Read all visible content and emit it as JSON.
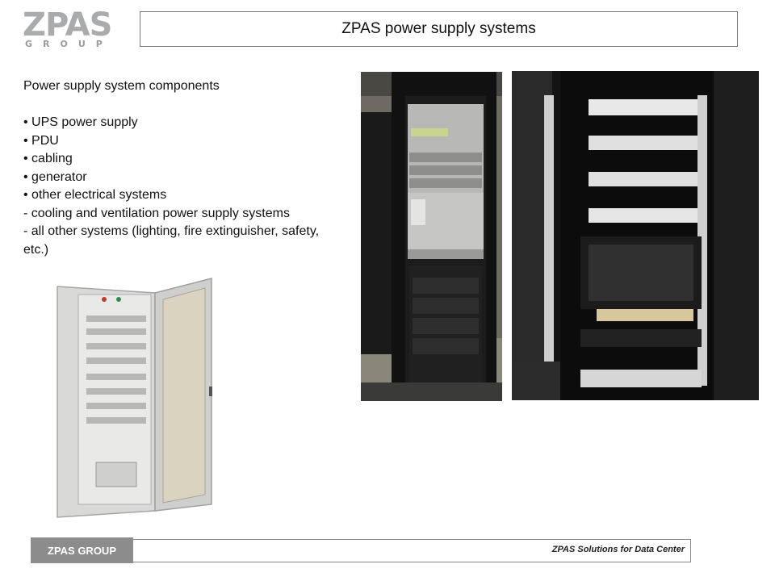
{
  "logo": {
    "word": "ZPAS",
    "sub": "GROUP"
  },
  "title": "ZPAS power supply systems",
  "content": {
    "heading": "Power supply system components",
    "items": [
      "• UPS power supply",
      "• PDU",
      "• cabling",
      "• generator",
      "• other electrical systems",
      "- cooling and ventilation power supply systems",
      " -  all other systems (lighting, fire extinguisher, safety, etc.)"
    ]
  },
  "footer": {
    "label": "ZPAS GROUP",
    "note": "ZPAS Solutions for Data Center"
  },
  "colors": {
    "footer_label_bg": "#8c8c8c",
    "logo_gray": "#a9abad"
  }
}
